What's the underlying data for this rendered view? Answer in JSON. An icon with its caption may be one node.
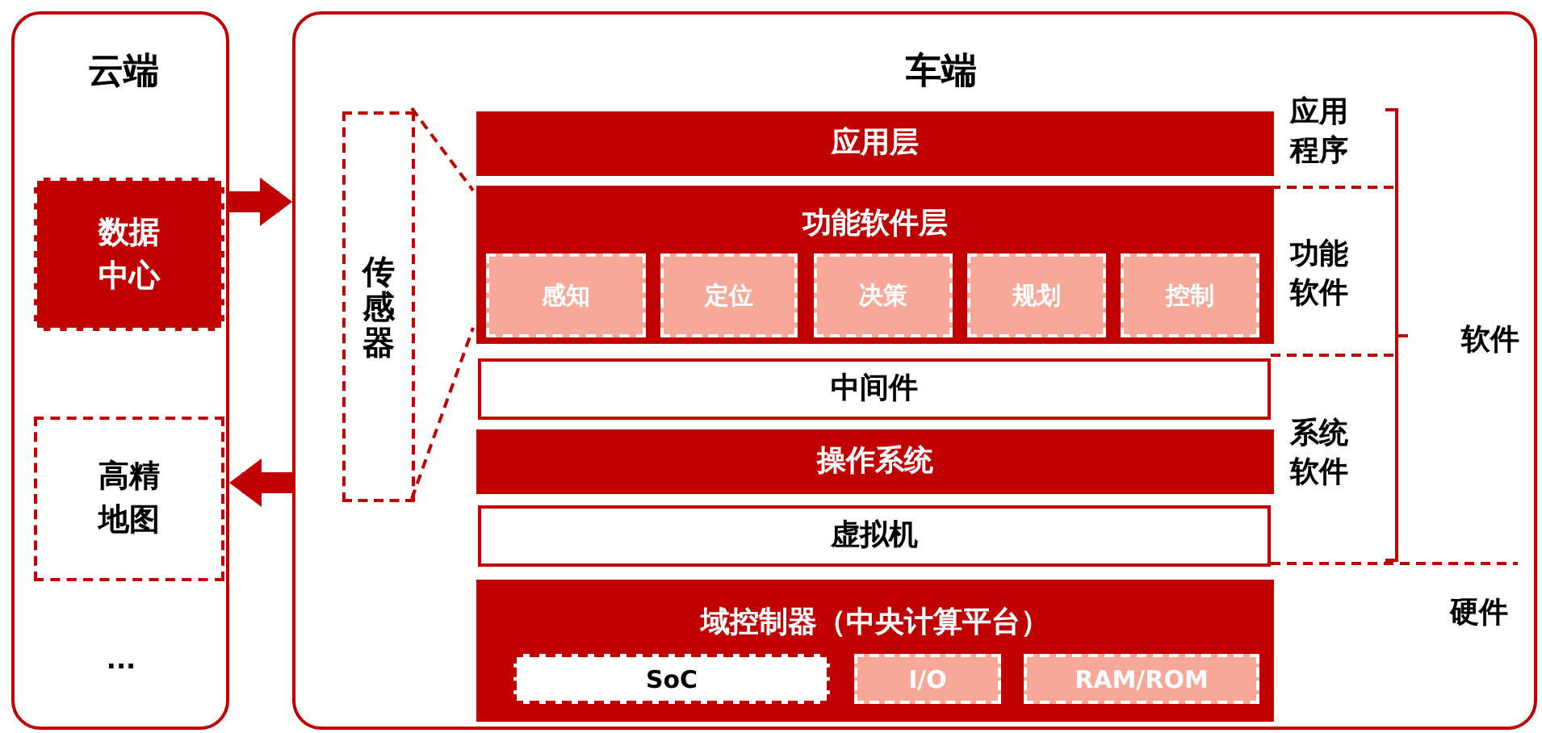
{
  "diagram": {
    "nodes": [
      {
        "text": [
          "云端"
        ]
      },
      {
        "text": [
          "数据中心"
        ],
        "in": 0
      },
      {
        "text": [
          "高精地图"
        ],
        "in": 0
      },
      {
        "text": [
          "车端"
        ]
      },
      {
        "text": [
          "传感器"
        ],
        "in": 3
      },
      {
        "text": [
          "应用层"
        ],
        "in": 3
      },
      {
        "text": [
          "功能软件层"
        ],
        "in": 3
      },
      {
        "text": [
          "感知"
        ],
        "in": 6
      },
      {
        "text": [
          "定位"
        ],
        "in": 6
      },
      {
        "text": [
          "决策"
        ],
        "in": 6
      },
      {
        "text": [
          "规划"
        ],
        "in": 6
      },
      {
        "text": [
          "控制"
        ],
        "in": 6
      },
      {
        "text": [
          "中间件"
        ],
        "in": 3
      },
      {
        "text": [
          "操作系统"
        ],
        "in": 3
      },
      {
        "text": [
          "虚拟机"
        ],
        "in": 3
      },
      {
        "text": [
          "域控制器（中央计算平台）"
        ],
        "in": 3
      },
      {
        "text": [
          "SoC"
        ],
        "in": 15
      },
      {
        "text": [
          "I/O"
        ],
        "in": 15
      },
      {
        "text": [
          "RAM/ROM"
        ],
        "in": 15
      }
    ],
    "edges": [
      {
        "from": 0,
        "to": 3,
        "arrow": "to",
        "style": "thick"
      },
      {
        "from": 3,
        "to": 0,
        "arrow": "to",
        "style": "thick"
      },
      {
        "from": 4,
        "to": 6,
        "arrow": "none",
        "style": "dashed"
      },
      {
        "from": 4,
        "to": 6,
        "arrow": "none",
        "style": "dashed"
      }
    ],
    "labels": [
      "...",
      "应用程序",
      "功能软件",
      "系统软件",
      "软件",
      "硬件"
    ]
  }
}
